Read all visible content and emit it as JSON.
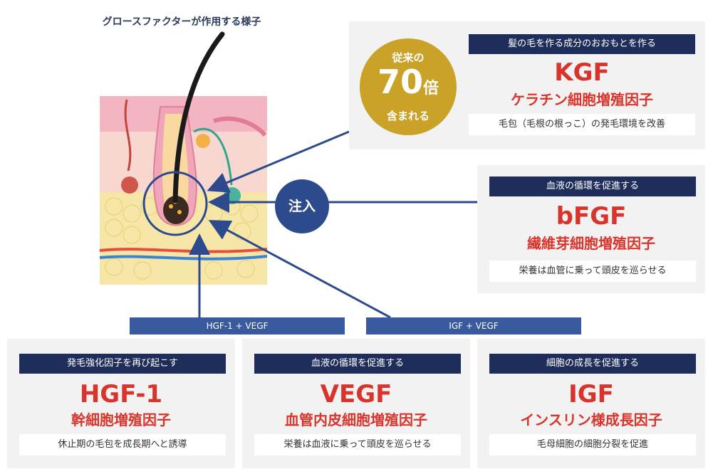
{
  "diagram_title": "グロースファクターが作用する様子",
  "badge": {
    "top": "従来の",
    "number": "70",
    "suffix": "倍",
    "bottom": "含まれる"
  },
  "inject_label": "注入",
  "kgf": {
    "pill": "髪の毛を作る成分のおおもとを作る",
    "abbr": "KGF",
    "name": "ケラチン細胞増殖因子",
    "desc": "毛包（毛根の根っこ）の発毛環境を改善"
  },
  "bfgf": {
    "pill": "血液の循環を促進する",
    "abbr": "bFGF",
    "name": "繊維芽細胞増殖因子",
    "desc": "栄養は血管に乗って頭皮を巡らせる"
  },
  "formulas": {
    "left": "HGF-1 + VEGF",
    "right": "IGF + VEGF"
  },
  "hgf": {
    "pill": "発毛強化因子を再び起こす",
    "abbr": "HGF-1",
    "name": "幹細胞増殖因子",
    "desc": "休止期の毛包を成長期へと誘導"
  },
  "vegf": {
    "pill": "血液の循環を促進する",
    "abbr": "VEGF",
    "name": "血管内皮細胞増殖因子",
    "desc": "栄養は血液に乗って頭皮を巡らせる"
  },
  "igf": {
    "pill": "細胞の成長を促進する",
    "abbr": "IGF",
    "name": "インスリン様成長因子",
    "desc": "毛母細胞の細胞分裂を促進"
  },
  "colors": {
    "navy": "#1f2d5a",
    "red": "#d9342b",
    "gold": "#c9a227",
    "blue": "#2c4a8c",
    "card": "#f2f2f2"
  }
}
